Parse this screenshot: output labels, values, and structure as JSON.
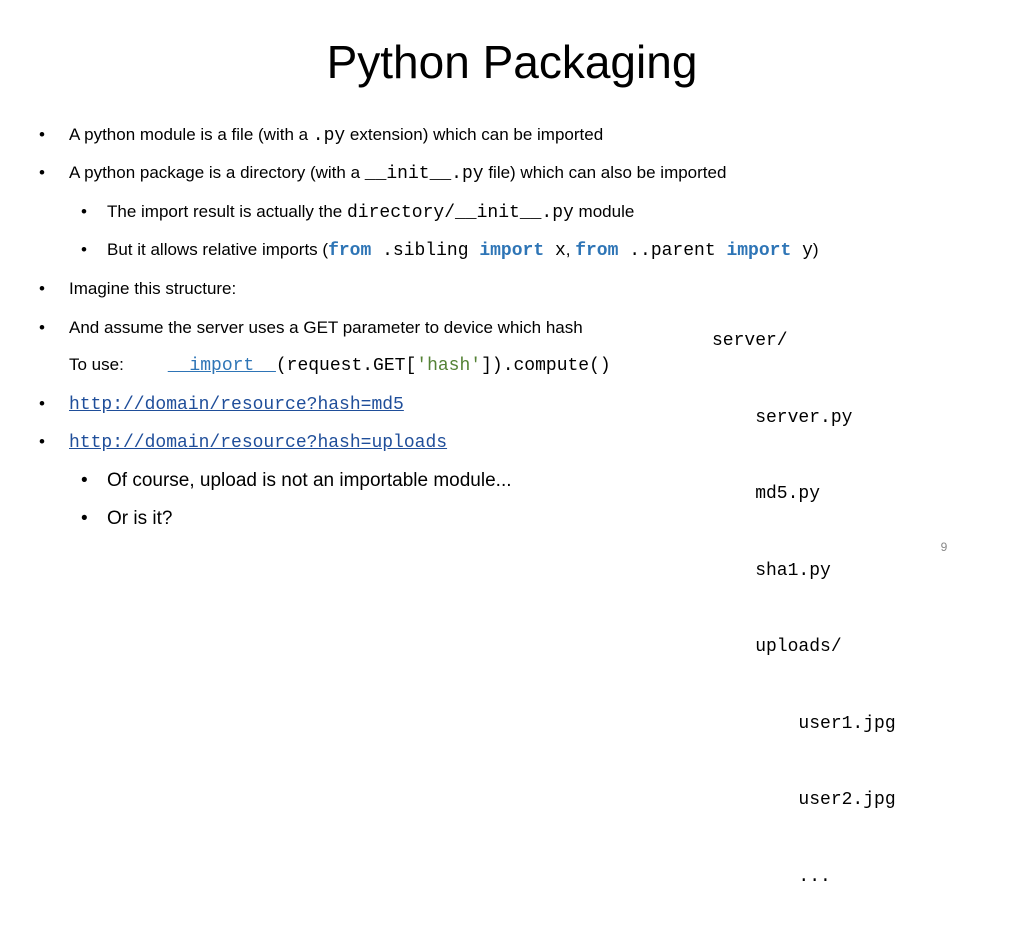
{
  "title": "Python Packaging",
  "bullets": {
    "b1": {
      "pre": "A python module is a file (with a ",
      "code": ".py",
      "post": " extension) which can be imported"
    },
    "b2": {
      "pre": "A python package is a directory (with a ",
      "code": "__init__.py",
      "post": " file) which can also be imported"
    },
    "b3": {
      "pre": "The import result is actually the ",
      "code": "directory/__init__.py",
      "post": " module"
    },
    "b4": {
      "pre": "But it allows relative imports (",
      "kw1": "from",
      "mid1": " .sibling ",
      "kw2": "import",
      "mid2": " x",
      "sep": ", ",
      "kw3": "from",
      "mid3": " ..parent ",
      "kw4": "import",
      "mid4": " y",
      "post": ")"
    },
    "b5": "Imagine this structure:",
    "b6": "And assume the server uses a GET parameter to device which hash",
    "touse": {
      "label": "To use:",
      "fn": "__import__",
      "mid": "(request.GET[",
      "str": "'hash'",
      "post": "]).compute()"
    },
    "link1": "http://domain/resource?hash=md5",
    "link2": "http://domain/resource?hash=uploads",
    "sub1": "Of course, upload is not an importable module...",
    "sub2": "Or is it?"
  },
  "bullet_glyph": "•",
  "tree": [
    "server/",
    "    server.py",
    "    md5.py",
    "    sha1.py",
    "    uploads/",
    "        user1.jpg",
    "        user2.jpg",
    "        ..."
  ],
  "page_number": "9",
  "colors": {
    "keyword": "#2e75b6",
    "string": "#548235",
    "link": "#1f4e9a"
  }
}
